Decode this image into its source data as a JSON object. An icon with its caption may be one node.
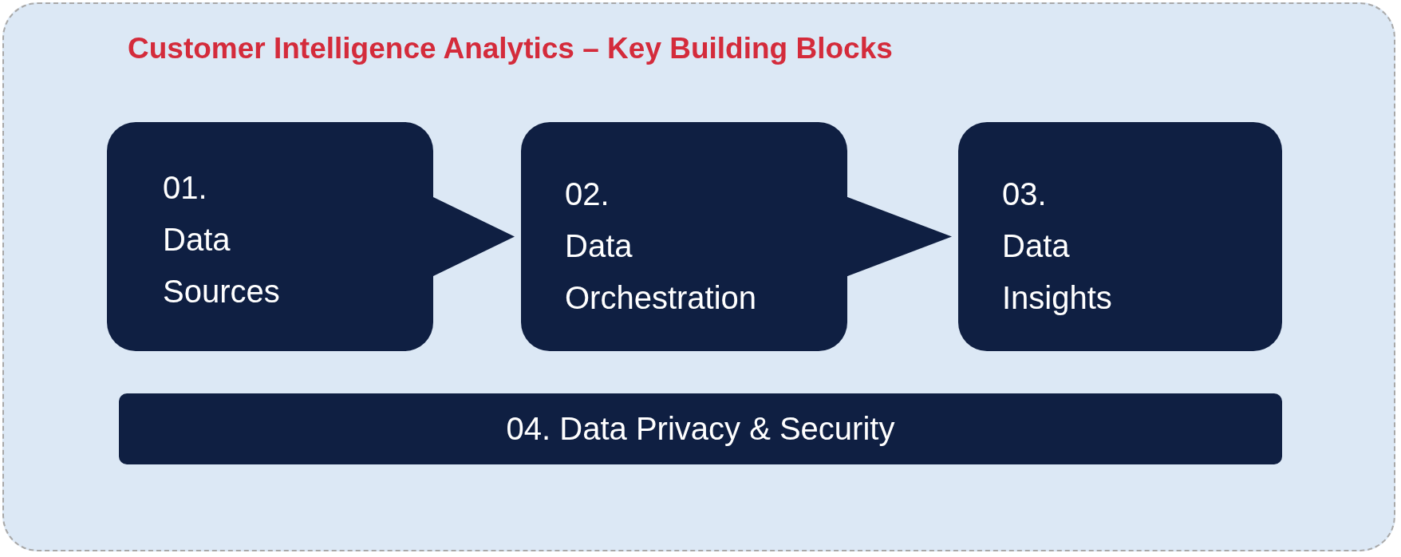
{
  "diagram": {
    "title": "Customer Intelligence Analytics – Key Building Blocks",
    "nodes": [
      {
        "text": [
          "01.",
          "Data Sources"
        ]
      },
      {
        "text": [
          "02.",
          "Data Orchestration"
        ]
      },
      {
        "text": [
          "03.",
          "Data Insights"
        ]
      },
      {
        "text": [
          "04. Data Privacy & Security"
        ]
      }
    ],
    "edges": [
      {
        "from": 0,
        "to": 1,
        "arrow": "to"
      },
      {
        "from": 1,
        "to": 2,
        "arrow": "to"
      }
    ]
  }
}
